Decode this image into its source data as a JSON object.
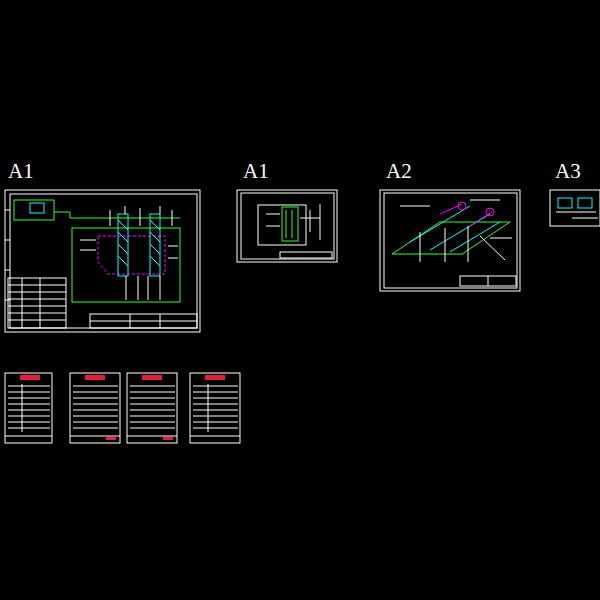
{
  "diagram": {
    "labels": [
      "A1",
      "A1",
      "A2",
      "A3"
    ]
  }
}
